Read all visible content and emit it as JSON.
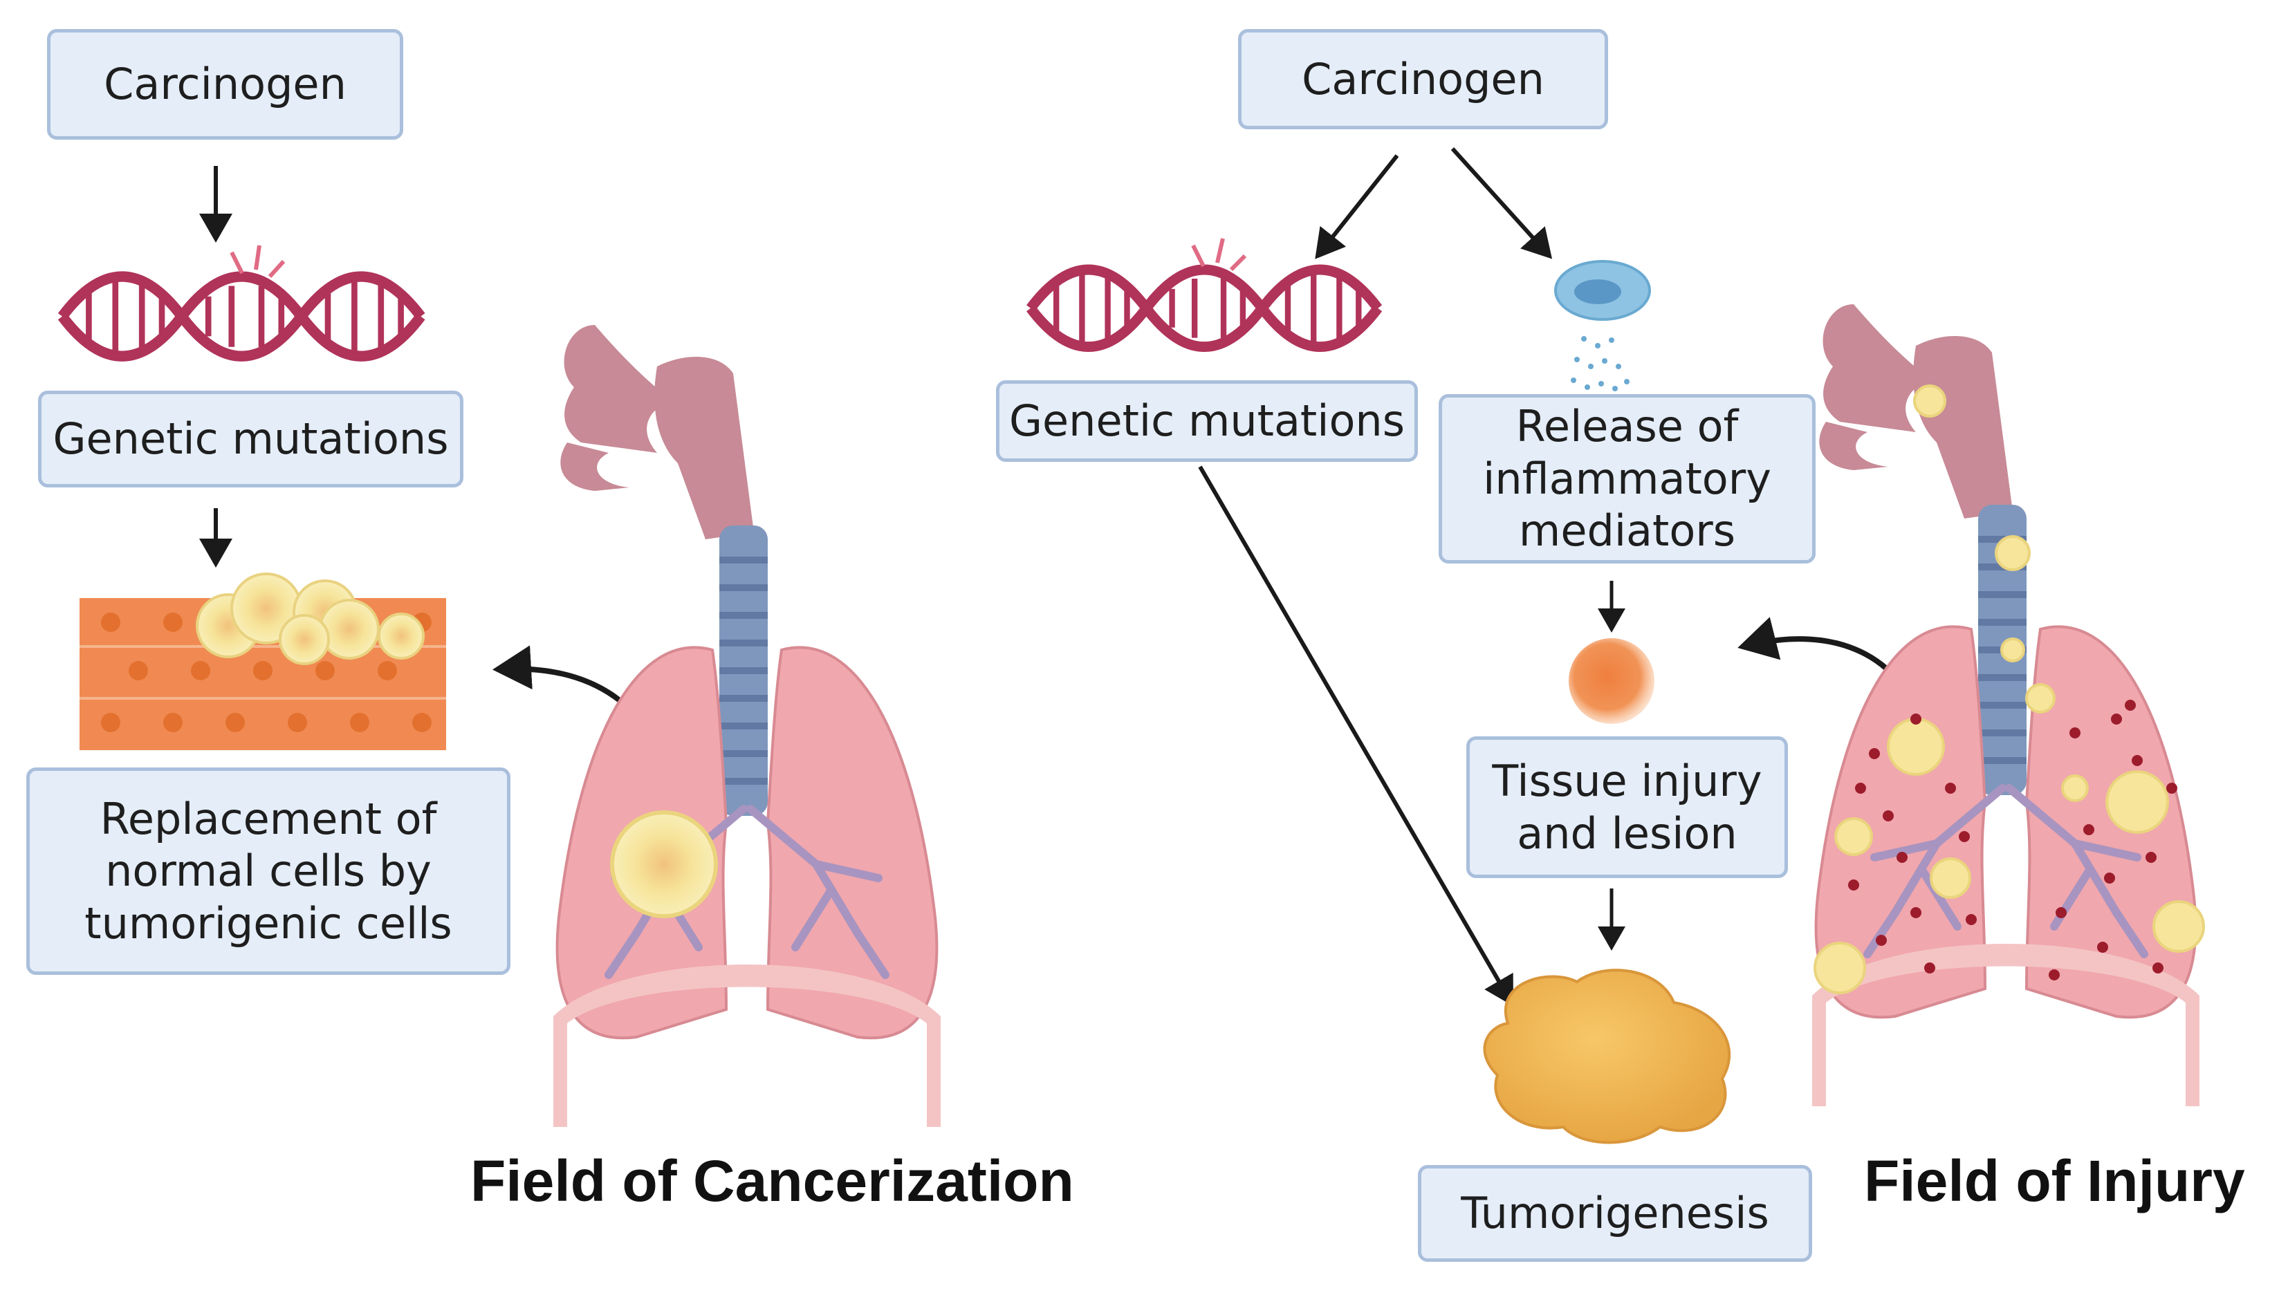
{
  "left_panel": {
    "carcinogen": "Carcinogen",
    "genetic_mutations": "Genetic mutations",
    "replacement": "Replacement of\nnormal cells by\ntumorigenic cells",
    "title": "Field of Cancerization"
  },
  "right_panel": {
    "carcinogen": "Carcinogen",
    "genetic_mutations": "Genetic mutations",
    "inflammatory": "Release of\ninflammatory\nmediators",
    "tissue_injury": "Tissue injury\nand lesion",
    "tumorigenesis": "Tumorigenesis",
    "title": "Field of Injury"
  },
  "colors": {
    "box_fill": "#e4edf8",
    "box_border": "#a9bfdc",
    "dna": "#b0335a",
    "lung": "#f0a7ad",
    "trachea": "#7f97bd",
    "tumor": "#f6e59b",
    "tissue": "#f08a52",
    "arrow": "#1a1a1a"
  }
}
